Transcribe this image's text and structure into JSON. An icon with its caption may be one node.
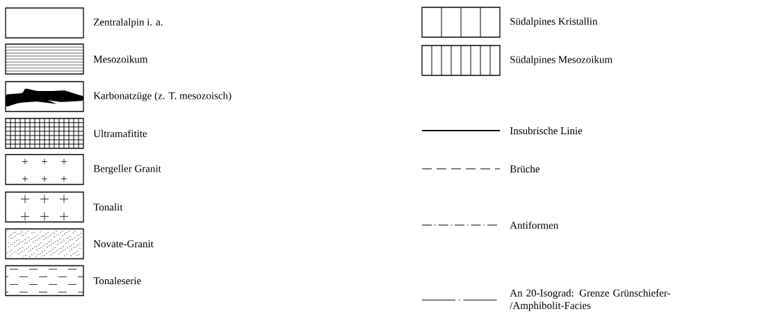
{
  "diagram": {
    "legend": [
      {
        "text": "Zentralalpin i. a."
      },
      {
        "text": "Mesozoikum"
      },
      {
        "text": "Karbonatzüge (z. T. mesozoisch)"
      },
      {
        "text": "Ultramafitite"
      },
      {
        "text": "Bergeller Granit"
      },
      {
        "text": "Tonalit"
      },
      {
        "text": "Novate-Granit"
      },
      {
        "text": "Tonaleserie"
      },
      {
        "text": "Südalpines Kristallin"
      },
      {
        "text": "Südalpines Mesozoikum"
      },
      {
        "text": "Insubrische Linie"
      },
      {
        "text": "Brüche"
      },
      {
        "text": "Antiformen"
      },
      {
        "text": "An 20-Isograd: Grenze Grünschiefer-/Amphibolit-Facies"
      }
    ]
  }
}
